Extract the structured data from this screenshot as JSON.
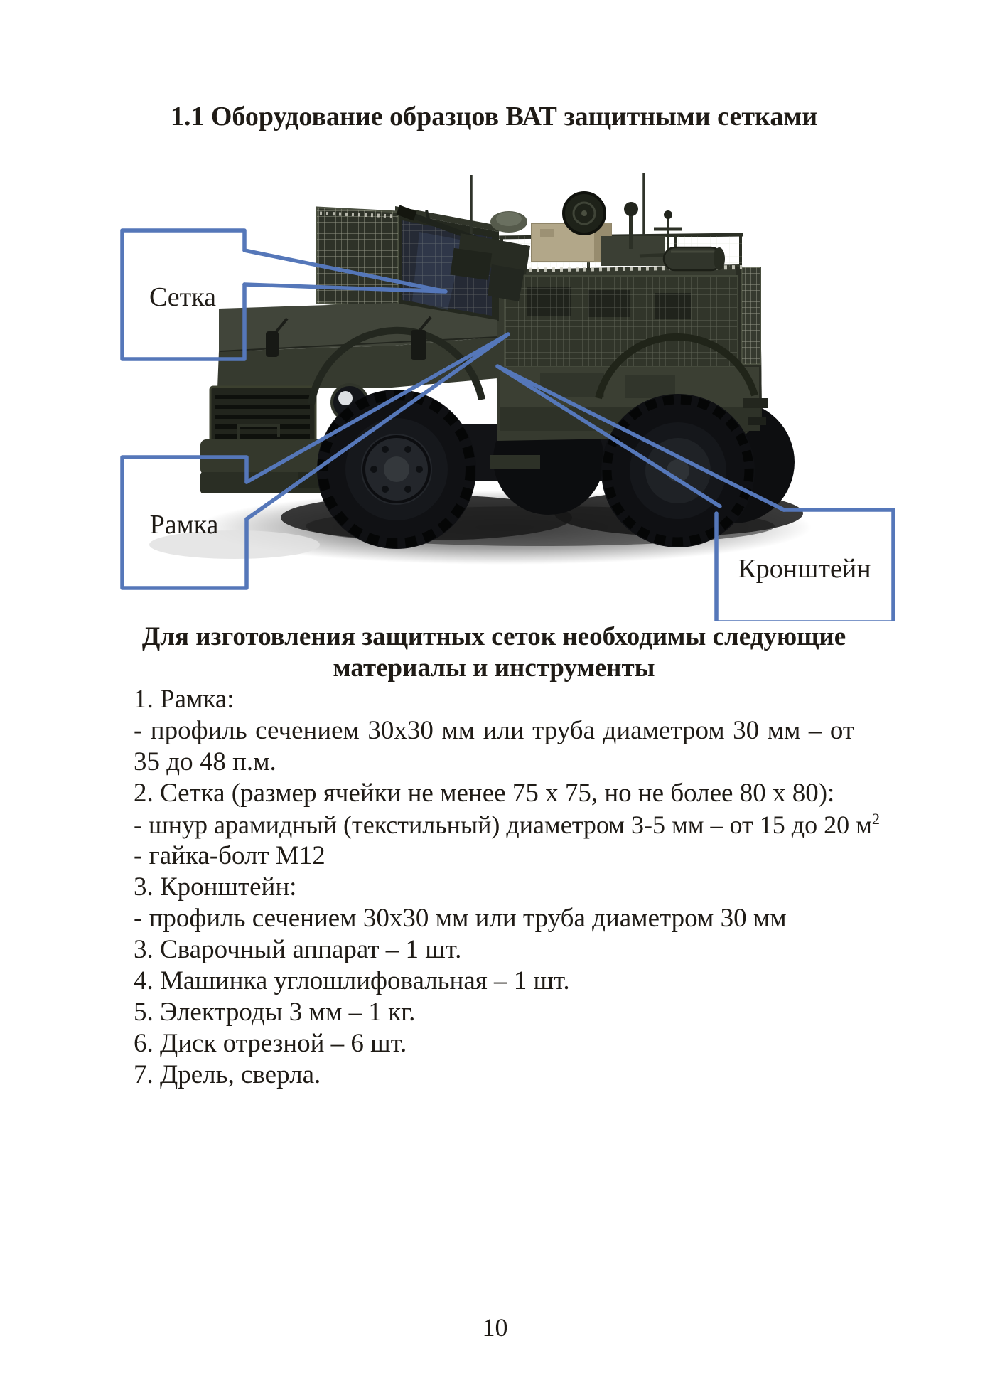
{
  "page": {
    "title": "1.1 Оборудование образцов ВАТ защитными сетками",
    "page_number": "10"
  },
  "figure": {
    "alt": "armored-truck-with-protective-mesh-screens",
    "callouts": [
      {
        "label": "Сетка"
      },
      {
        "label": "Рамка"
      },
      {
        "label": "Кронштейн"
      }
    ],
    "colors": {
      "callout_blue": "#5577b9",
      "vehicle_body": "#363a2f",
      "shadow_grey": "#8a8a8a"
    }
  },
  "materials": {
    "heading_line1": "Для изготовления защитных сеток необходимы следующие",
    "heading_line2": "материалы и инструменты",
    "items": [
      {
        "text": "1. Рамка:"
      },
      {
        "line1": "- профиль сечением 30х30 мм или труба диаметром 30 мм – от",
        "line2": "35 до 48 п.м."
      },
      {
        "text": "2. Сетка (размер ячейки не менее 75 х 75, но не более 80 х 80):"
      },
      {
        "text": "- шнур арамидный (текстильный) диаметром 3-5 мм – от 15 до 20 м",
        "sup": "2"
      },
      {
        "text": "- гайка-болт М12"
      },
      {
        "text": "3. Кронштейн:"
      },
      {
        "text": "- профиль сечением 30х30 мм или труба диаметром 30 мм"
      },
      {
        "text": "3. Сварочный аппарат – 1 шт."
      },
      {
        "text": "4. Машинка углошлифовальная – 1 шт."
      },
      {
        "text": "5. Электроды 3 мм – 1 кг."
      },
      {
        "text": "6. Диск отрезной – 6 шт."
      },
      {
        "text": "7. Дрель, сверла."
      }
    ]
  }
}
